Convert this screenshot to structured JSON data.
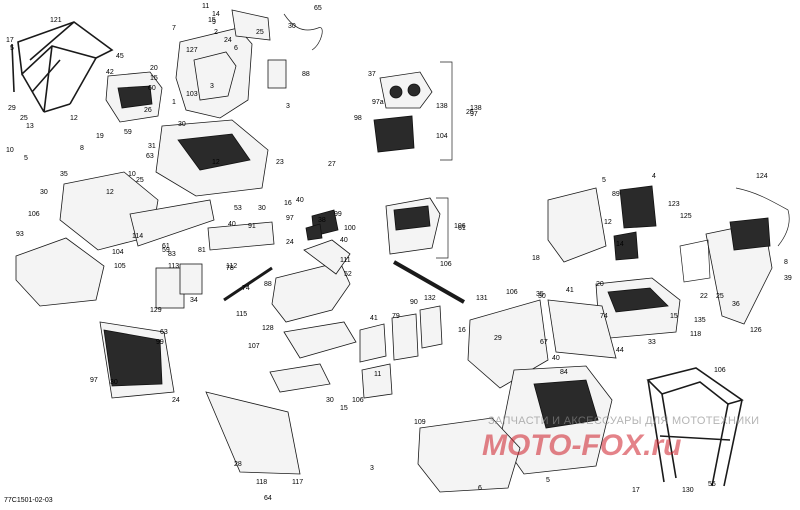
{
  "drawing_code": "77C1501-02-03",
  "watermark": {
    "tagline": "ЗАПЧАСТИ И АКСЕССУАРЫ ДЛЯ МОТОТЕХНИКИ",
    "brand": "MOTO-FOX.ru"
  },
  "callouts": [
    "121",
    "17",
    "5",
    "29",
    "25",
    "13",
    "10",
    "5",
    "45",
    "42",
    "20",
    "15",
    "60",
    "59",
    "12",
    "8",
    "19",
    "11",
    "14",
    "9",
    "2",
    "24",
    "6",
    "7",
    "127",
    "15",
    "25",
    "3",
    "30",
    "65",
    "88",
    "103",
    "1",
    "3",
    "26",
    "30",
    "12",
    "23",
    "31",
    "63",
    "25",
    "12",
    "35",
    "30",
    "106",
    "10",
    "30",
    "114",
    "16",
    "104",
    "40",
    "99",
    "93",
    "105",
    "40",
    "38",
    "37",
    "98",
    "97a",
    "138",
    "138",
    "104",
    "97",
    "24",
    "111",
    "100",
    "91",
    "81",
    "83",
    "59",
    "27",
    "113",
    "112",
    "107",
    "78",
    "74",
    "88",
    "52",
    "106",
    "61",
    "53",
    "40",
    "106",
    "34",
    "129",
    "128",
    "106",
    "30",
    "41",
    "79",
    "90",
    "132",
    "131",
    "16",
    "35",
    "41",
    "74",
    "63",
    "99",
    "25",
    "29",
    "97",
    "30",
    "115",
    "24",
    "106",
    "40",
    "84",
    "67",
    "28",
    "6",
    "117",
    "118",
    "64",
    "30",
    "11",
    "3",
    "5",
    "15",
    "109",
    "118",
    "106",
    "130",
    "56",
    "17",
    "124",
    "8",
    "4",
    "5",
    "89",
    "123",
    "125",
    "14",
    "12",
    "18",
    "20",
    "22",
    "25",
    "15",
    "135",
    "126",
    "36",
    "39",
    "33",
    "44",
    "57",
    "55",
    "19",
    "50",
    "60"
  ],
  "bracket_labels": [
    "97",
    "61"
  ]
}
